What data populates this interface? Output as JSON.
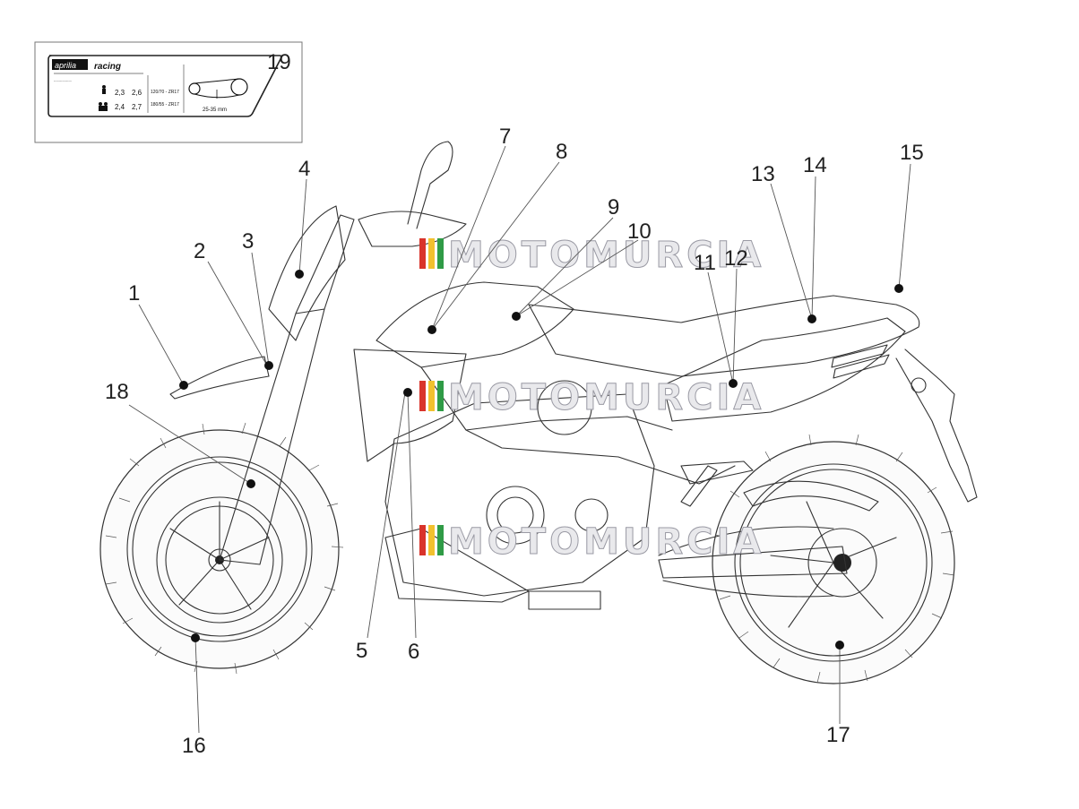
{
  "callouts": {
    "c1": "1",
    "c2": "2",
    "c3": "3",
    "c4": "4",
    "c5": "5",
    "c6": "6",
    "c7": "7",
    "c8": "8",
    "c9": "9",
    "c10": "10",
    "c11": "11",
    "c12": "12",
    "c13": "13",
    "c14": "14",
    "c15": "15",
    "c16": "16",
    "c17": "17",
    "c18": "18",
    "c19": "19"
  },
  "watermark": {
    "text": "MOTOMURCIA"
  },
  "label_19": {
    "brand": "aprilia",
    "series": "racing",
    "row1_left": "2,3",
    "row1_right": "2,6",
    "row2_left": "2,4",
    "row2_right": "2,7",
    "tyre_front": "120/70 - ZR17",
    "tyre_rear": "180/55 - ZR17",
    "chain_slack": "25-35 mm"
  },
  "icons": [
    "motorcycle-drawing",
    "chain-diagram-icon",
    "rider-icon"
  ],
  "colors": {
    "line": "#333333",
    "watermark_red": "#d9342b",
    "watermark_green": "#2f9b46",
    "label_bg": "#1a1a1a"
  }
}
